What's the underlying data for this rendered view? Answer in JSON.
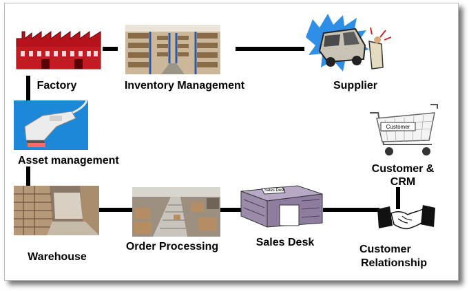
{
  "nodes": {
    "factory": {
      "label": "Factory"
    },
    "inventory": {
      "label": "Inventory Management"
    },
    "supplier": {
      "label": "Supplier"
    },
    "asset": {
      "label": "Asset management"
    },
    "customer_crm": {
      "label_line1": "Customer &",
      "label_line2": "CRM",
      "cart_sign": "Customer"
    },
    "warehouse": {
      "label": "Warehouse"
    },
    "order": {
      "label": "Order Processing"
    },
    "sales_desk": {
      "label": "Sales Desk",
      "desk_sign": "Sales Desk"
    },
    "relationship": {
      "label_line1": "Customer",
      "label_line2": "Relationship"
    }
  },
  "colors": {
    "factory_red": "#b5121b",
    "line": "#000000",
    "desk_purple": "#9b8bab",
    "scanner_blue": "#1e88d8"
  }
}
